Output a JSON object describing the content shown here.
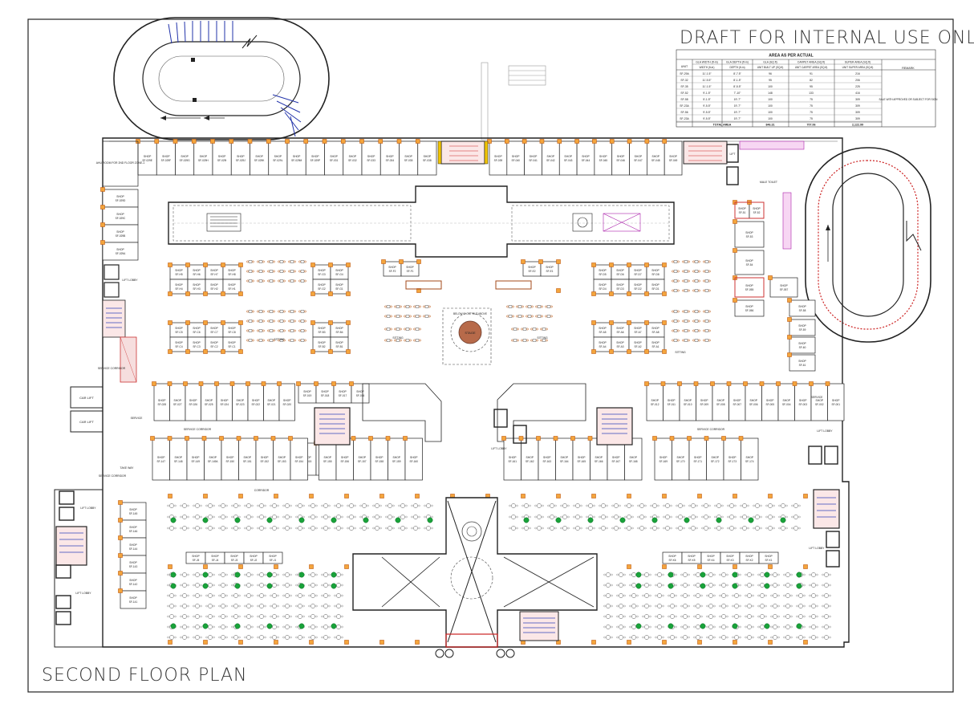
{
  "header": {
    "draft": "DRAFT FOR INTERNAL USE ONLY"
  },
  "area_table": {
    "title": "AREA AS PER ACTUAL",
    "col_unit": "UNIT",
    "col_width": "GLA WIDTH (ft-in)",
    "col_depth": "GLA DEPTH (ft-in)",
    "col_gla": "GLA (SQ.ft)",
    "col_carpet": "CARPET AREA (SQ.ft)",
    "col_super": "SUPER AREA (SQ.ft)",
    "col_remark": "REMARK",
    "sub_width": "WIDTH (ft-in)",
    "sub_depth": "DEPTH (ft-in)",
    "sub_gla": "UNIT BUILT UP (SQ.ft)",
    "sub_carpet": "UNIT CARPET AREA (SQ.ft)",
    "sub_super": "UNIT SUPER AREA (SQ.ft)",
    "rows": [
      [
        "SF-29A",
        "11'-1.5\"",
        "8'-7.5\"",
        "96",
        "91",
        "216"
      ],
      [
        "SF-32",
        "11'-5.5\"",
        "8'-1.5\"",
        "95",
        "82",
        "206"
      ],
      [
        "SF-35",
        "11'-1.5\"",
        "8'-5.5\"",
        "100",
        "95",
        "225"
      ],
      [
        "SF-52",
        "9'-1.5\"",
        "7'-10\"",
        "148",
        "133",
        "416"
      ],
      [
        "SF-58",
        "5'-1.5\"",
        "19'-7\"",
        "100",
        "75",
        "309"
      ],
      [
        "SF-23A",
        "9'-5.5\"",
        "19'-7\"",
        "100",
        "75",
        "309"
      ],
      [
        "SF-56",
        "9'-5.5\"",
        "19'-7\"",
        "100",
        "75",
        "309"
      ],
      [
        "SF-23A",
        "9'-5.5\"",
        "19'-7\"",
        "100",
        "75",
        "309"
      ]
    ],
    "remark": "SALE WITH APPROVED OR SUBJECT FOR SIGN",
    "total_label": "TOTAL AREA",
    "total_gla": "846.31",
    "total_carpet": "707.06",
    "total_super": "2,122.99"
  },
  "plan": {
    "title": "SECOND FLOOR PLAN",
    "stage": "STAGE",
    "below_cutout": "BELOW IS CUT OUT ABOVE",
    "sitting": "SITTING",
    "service_corridor": "SERVICE CORRIDOR",
    "service": "SERVICE",
    "corridor": "CORRIDOR",
    "lift_lobby": "LIFT LOBBY",
    "lift": "LIFT",
    "car_lift": "CAR LIFT",
    "male_toilet": "MALE TOILET",
    "ahu_room": "AHU ROOM FOR 2ND FLOOR ZONE-1",
    "shaft": "TAKE WAY"
  },
  "shops": {
    "top_row": [
      "SF-029E",
      "SF-029F",
      "SF-029G",
      "SF-029H",
      "SF-029I",
      "SF-029J",
      "SF-029K",
      "SF-029L",
      "SF-029M",
      "SF-029P",
      "SF-031",
      "SF-032",
      "SF-033",
      "SF-034",
      "SF-035",
      "SF-038",
      "SF-039",
      "SF-040",
      "SF-041",
      "SF-042",
      "SF-043",
      "SF-044",
      "SF-045",
      "SF-046",
      "SF-047",
      "SF-048",
      "SF-049"
    ],
    "left_col": [
      "SF-029D",
      "SF-029C",
      "SF-029B",
      "SF-029A"
    ],
    "kiosk_a1": [
      "SF-H5",
      "SF-H6",
      "SF-H7",
      "SF-H8"
    ],
    "kiosk_a2": [
      "SF-H4",
      "SF-H3",
      "SF-H2",
      "SF-H1"
    ],
    "kiosk_b1": [
      "SF-G3",
      "SF-G4"
    ],
    "kiosk_b2": [
      "SF-G2",
      "SF-G1"
    ],
    "kiosk_c1": [
      "SF-C5",
      "SF-C6",
      "SF-C7",
      "SF-C8"
    ],
    "kiosk_c2": [
      "SF-C4",
      "SF-C3",
      "SF-C2",
      "SF-C1"
    ],
    "kiosk_d1": [
      "SF-B3",
      "SF-B4"
    ],
    "kiosk_d2": [
      "SF-B2",
      "SF-B1"
    ],
    "kiosk_e": [
      "SF-F2",
      "SF-F1"
    ],
    "kiosk_f": [
      "SF-E2",
      "SF-E1"
    ],
    "kiosk_g1": [
      "SF-D5",
      "SF-D6",
      "SF-D7",
      "SF-D8"
    ],
    "kiosk_g2": [
      "SF-D4",
      "SF-D3",
      "SF-D2",
      "SF-D1"
    ],
    "kiosk_h1": [
      "SF-A5",
      "SF-A6",
      "SF-A7",
      "SF-A8"
    ],
    "kiosk_h2": [
      "SF-A4",
      "SF-A3",
      "SF-A2",
      "SF-A1"
    ],
    "mid_left": [
      "SF-028",
      "SF-027",
      "SF-026",
      "SF-025",
      "SF-024",
      "SF-023",
      "SF-022",
      "SF-021",
      "SF-020"
    ],
    "mid_left2": [
      "SF-019",
      "SF-018",
      "SF-017",
      "SF-016",
      "SF-015",
      "SF-014",
      "SF-013"
    ],
    "mid_right": [
      "SF-012",
      "SF-011",
      "SF-010",
      "SF-009",
      "SF-008",
      "SF-007",
      "SF-006",
      "SF-005",
      "SF-004",
      "SF-003",
      "SF-002",
      "SF-001"
    ],
    "low_left": [
      "SF-147",
      "SF-148",
      "SF-149",
      "SF-149A",
      "SF-150",
      "SF-151",
      "SF-152",
      "SF-153",
      "SF-154",
      "SF-155",
      "SF-156",
      "SF-157",
      "SF-158",
      "SF-159",
      "SF-160"
    ],
    "low_right": [
      "SF-161",
      "SF-162",
      "SF-163",
      "SF-164",
      "SF-165",
      "SF-166",
      "SF-167",
      "SF-168",
      "SF-169",
      "SF-170",
      "SF-171",
      "SF-172",
      "SF-173",
      "SF-174"
    ],
    "far_left": [
      "SF-145",
      "SF-146",
      "SF-144",
      "SF-143",
      "SF-142",
      "SF-141"
    ],
    "food_left": [
      "SF-J5",
      "SF-J4",
      "SF-J3",
      "SF-J2",
      "SF-J1"
    ],
    "food_right": [
      "SF-K6",
      "SF-K5",
      "SF-K4",
      "SF-K3",
      "SF-K2",
      "SF-K1"
    ],
    "right_col": [
      "SF-51",
      "SF-52",
      "SF-53",
      "SF-54",
      "SF-055",
      "SF-056",
      "SF-057",
      "SF-58",
      "SF-59",
      "SF-60",
      "SF-61"
    ]
  }
}
